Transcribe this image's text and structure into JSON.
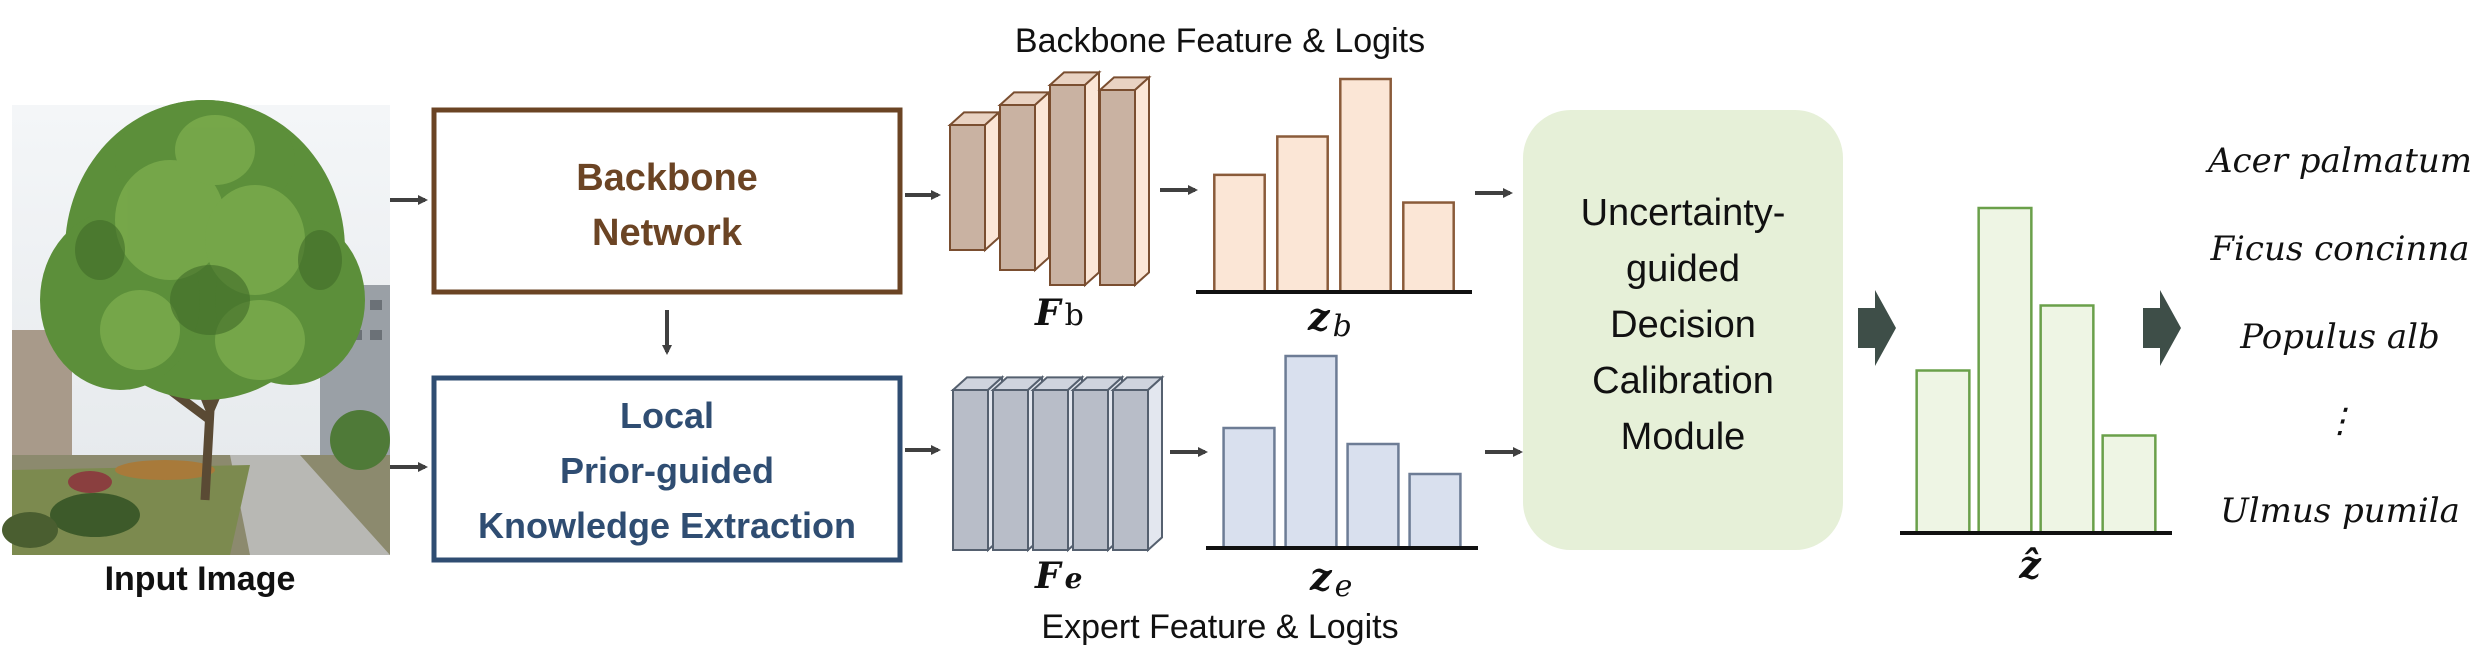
{
  "input": {
    "caption": "Input Image"
  },
  "backbone": {
    "line1": "Backbone",
    "line2": "Network"
  },
  "expert": {
    "line1": "Local",
    "line2": "Prior-guided",
    "line3": "Knowledge Extraction"
  },
  "labels": {
    "top_title": "Backbone Feature & Logits",
    "bottom_title": "Expert Feature & Logits",
    "fb_main": "F",
    "fb_sub": "b",
    "fe_main": "F",
    "fe_sub": "e",
    "zb_main": "z",
    "zb_sub": "b",
    "ze_main": "z",
    "ze_sub": "e",
    "zhat": "ẑ"
  },
  "module": {
    "lines": [
      "Uncertainty-",
      "guided",
      "Decision",
      "Calibration",
      "Module"
    ]
  },
  "classes": [
    "Acer palmatum",
    "Ficus concinna",
    "Populus alb",
    "⋮",
    "Ulmus pumila"
  ],
  "colors": {
    "backbone": "#6b4424",
    "expert": "#2f4d72",
    "module_bg": "#e6f0d8",
    "top_bar_fill": "#fbe6d6",
    "top_bar_stroke": "#8a5b3a",
    "bottom_bar_fill": "#d9e0ee",
    "bottom_bar_stroke": "#6d7c95",
    "out_bar_fill": "#eef5e4",
    "out_bar_stroke": "#6aa04a",
    "arrow": "#404040",
    "big_arrow": "#3e4e48"
  },
  "chart_data": [
    {
      "type": "bar",
      "name_hint": "zb",
      "values": [
        0.55,
        0.73,
        1.0,
        0.42
      ]
    },
    {
      "type": "bar",
      "name_hint": "ze",
      "values": [
        0.6,
        0.96,
        0.52,
        0.37
      ]
    },
    {
      "type": "bar",
      "name_hint": "zhat",
      "values": [
        0.5,
        1.0,
        0.7,
        0.3
      ]
    }
  ]
}
